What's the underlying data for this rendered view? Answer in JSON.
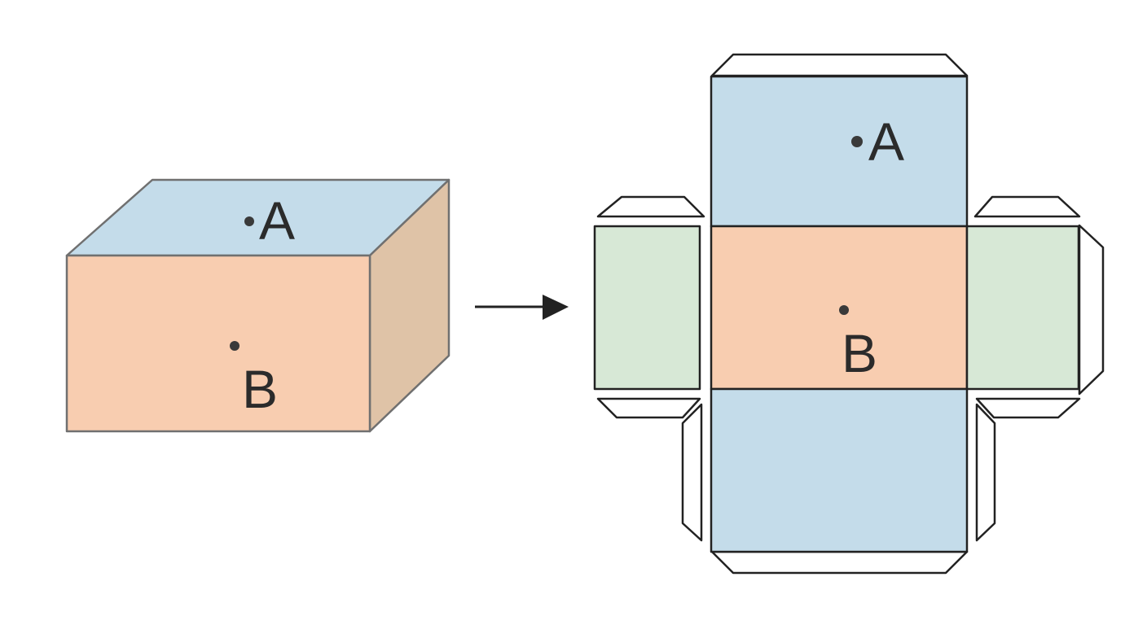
{
  "colors": {
    "top_face": "#c4dcea",
    "front_face": "#f8cdb0",
    "side_face": "#dfc3a7",
    "end_face": "#d7e8d6",
    "tab": "#ffffff",
    "box_edge": "#707070",
    "net_edge": "#222222",
    "point": "#3a3a3a",
    "arrow": "#222222"
  },
  "box": {
    "point_a_label": "A",
    "point_b_label": "B"
  },
  "net": {
    "point_a_label": "A",
    "point_b_label": "B"
  },
  "arrow_icon": "right-arrow-icon"
}
